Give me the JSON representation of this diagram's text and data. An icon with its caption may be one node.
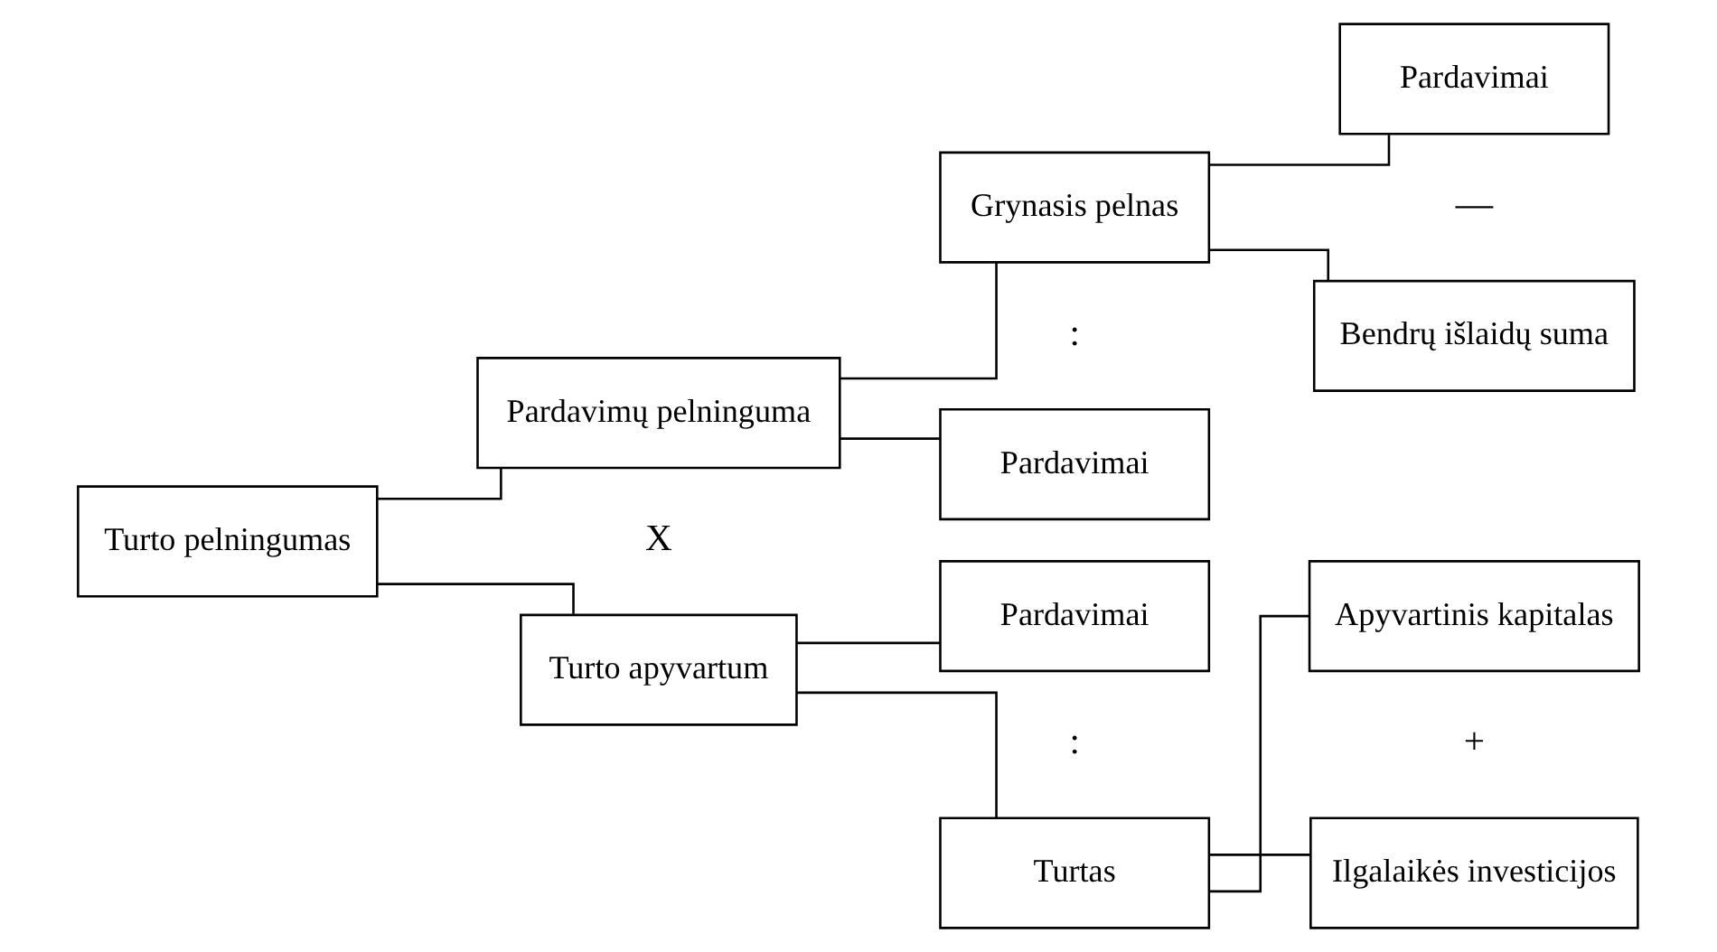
{
  "diagram": {
    "nodes": [
      {
        "text": [
          "Turto pelningumas"
        ]
      },
      {
        "text": [
          "Pardavimų pelninguma"
        ]
      },
      {
        "text": [
          "Grynasis pelnas"
        ]
      },
      {
        "text": [
          "Pardavimai"
        ]
      },
      {
        "text": [
          "Pardavimai"
        ]
      },
      {
        "text": [
          "Bendrų išlaidų suma"
        ]
      },
      {
        "text": [
          "Turto apyvartum"
        ]
      },
      {
        "text": [
          "Pardavimai"
        ]
      },
      {
        "text": [
          "Turtas"
        ]
      },
      {
        "text": [
          "Apyvartinis kapitalas"
        ]
      },
      {
        "text": [
          "Ilgalaikės investicijos"
        ]
      }
    ],
    "edges": [
      {
        "from": 0,
        "to": 1,
        "arrow": "none"
      },
      {
        "from": 0,
        "to": 6,
        "arrow": "none"
      },
      {
        "from": 1,
        "to": 2,
        "arrow": "none"
      },
      {
        "from": 1,
        "to": 3,
        "arrow": "none"
      },
      {
        "from": 2,
        "to": 4,
        "arrow": "none"
      },
      {
        "from": 2,
        "to": 5,
        "arrow": "none"
      },
      {
        "from": 6,
        "to": 7,
        "arrow": "none"
      },
      {
        "from": 6,
        "to": 8,
        "arrow": "none"
      },
      {
        "from": 8,
        "to": 9,
        "arrow": "none"
      },
      {
        "from": 8,
        "to": 10,
        "arrow": "none"
      }
    ],
    "labels": [
      "—",
      ":",
      "X",
      ":",
      "+"
    ]
  }
}
